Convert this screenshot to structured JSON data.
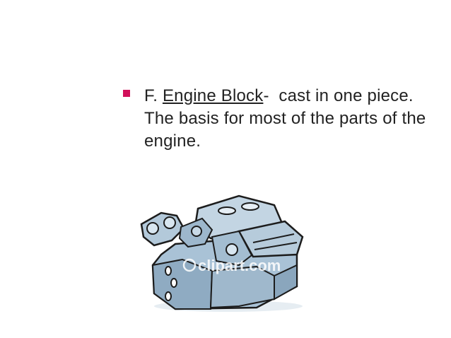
{
  "slide": {
    "bullet": {
      "prefix": "F. ",
      "term": "Engine Block",
      "dash": "-",
      "rest": "  cast in one piece.  The basis for most of the parts of the engine."
    },
    "image": {
      "icon": "engine-block-illustration",
      "watermark": "clipart.com"
    },
    "colors": {
      "bullet_marker": "#d1105a",
      "text": "#222222",
      "engine_fill": "#a9c2d6",
      "engine_shadow": "#7f9bb3",
      "engine_highlight": "#d8e6f0"
    }
  }
}
